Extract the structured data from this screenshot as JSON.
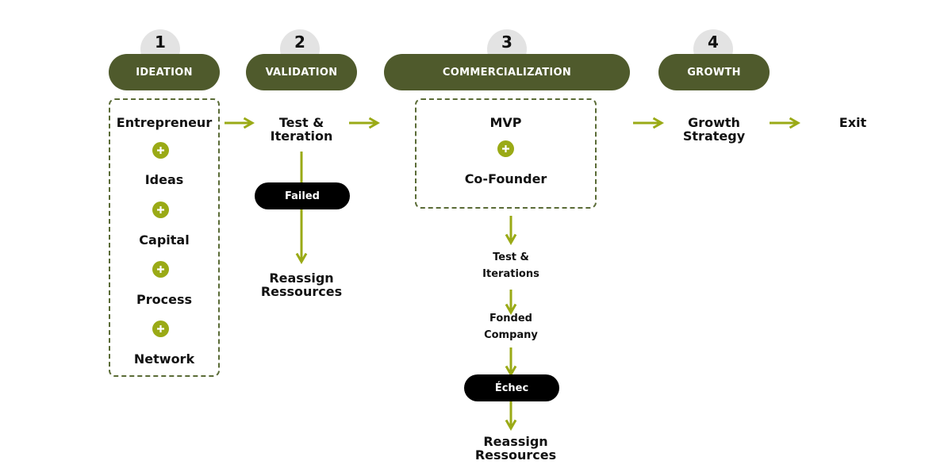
{
  "colors": {
    "phase_bg": "#4f5a2c",
    "badge_bg": "#e3e3e3",
    "arrow": "#9aaa16",
    "plus": "#9aaa16",
    "dashed_border": "#5a6b36",
    "pill_bg": "#000000"
  },
  "phases": [
    {
      "number": "1",
      "label": "IDEATION"
    },
    {
      "number": "2",
      "label": "VALIDATION"
    },
    {
      "number": "3",
      "label": "COMMERCIALIZATION"
    },
    {
      "number": "4",
      "label": "GROWTH"
    }
  ],
  "ideation": {
    "items": [
      "Entrepreneur",
      "Ideas",
      "Capital",
      "Process",
      "Network"
    ],
    "plus_icon": "plus-icon"
  },
  "validation": {
    "step": "Test &\nIteration",
    "failed": "Failed",
    "outcome": "Reassign\nRessources"
  },
  "commercialization": {
    "box_top": "MVP",
    "box_bottom": "Co-Founder",
    "step1": "Test &\nIterations",
    "step2": "Fonded\nCompany",
    "failed": "Échec",
    "outcome": "Reassign\nRessources"
  },
  "growth": {
    "step": "Growth\nStrategy",
    "exit": "Exit"
  }
}
